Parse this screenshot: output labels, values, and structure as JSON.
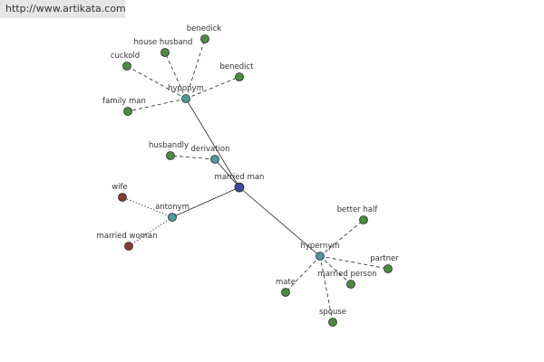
{
  "watermark": "http://www.artikata.com",
  "colors": {
    "center": "#3f4a9a",
    "relation": "#4a9a9a",
    "synonym": "#4e8a44",
    "antonym_word": "#8a3a32",
    "edge": "#222222"
  },
  "center": {
    "id": "married-man",
    "label": "married man"
  },
  "relations": [
    {
      "id": "hyponym",
      "label": "hyponym",
      "words": [
        "house husband",
        "benedick",
        "cuckold",
        "benedict",
        "family man"
      ]
    },
    {
      "id": "derivation",
      "label": "derivation",
      "words": [
        "husbandly"
      ]
    },
    {
      "id": "antonym",
      "label": "antonym",
      "words": [
        "wife",
        "married woman"
      ]
    },
    {
      "id": "hypernym",
      "label": "hypernym",
      "words": [
        "better half",
        "partner",
        "married person",
        "mate",
        "spouse"
      ]
    }
  ]
}
